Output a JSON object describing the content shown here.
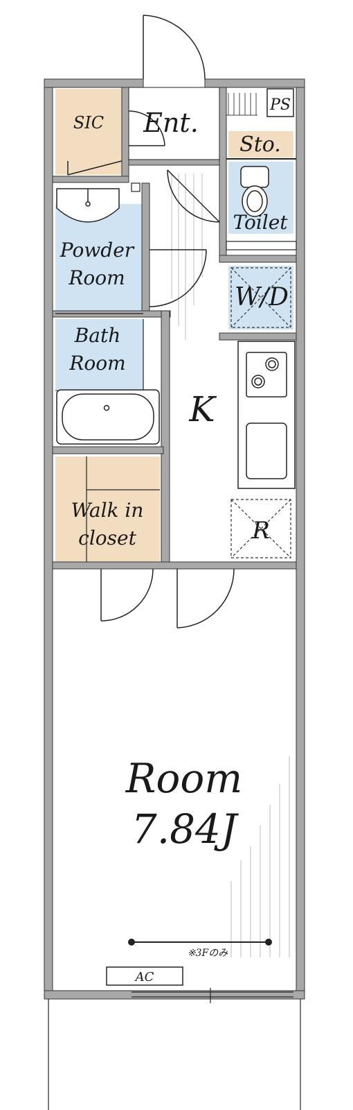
{
  "colors": {
    "storage_fill": "#f3ddc0",
    "wet_fill": "#cfe3f2",
    "wall": "#a8a8a8",
    "line": "#222222"
  },
  "labels": {
    "sic": "SIC",
    "entrance": "Ent.",
    "ps": "PS",
    "storage": "Sto.",
    "toilet": "Toilet",
    "powder_room_l1": "Powder",
    "powder_room_l2": "Room",
    "washer_dryer": "W/D",
    "bath_l1": "Bath",
    "bath_l2": "Room",
    "kitchen": "K",
    "fridge": "R",
    "walk_in_l1": "Walk in",
    "walk_in_l2": "closet",
    "room_l1": "Room",
    "room_l2": "7.84J",
    "balcony_note": "※3Fのみ",
    "ac": "AC"
  },
  "icons": {
    "toilet": "toilet-icon",
    "basin": "wash-basin-icon",
    "bathtub": "bathtub-icon",
    "stove": "stove-icon",
    "sink": "kitchen-sink-icon"
  }
}
